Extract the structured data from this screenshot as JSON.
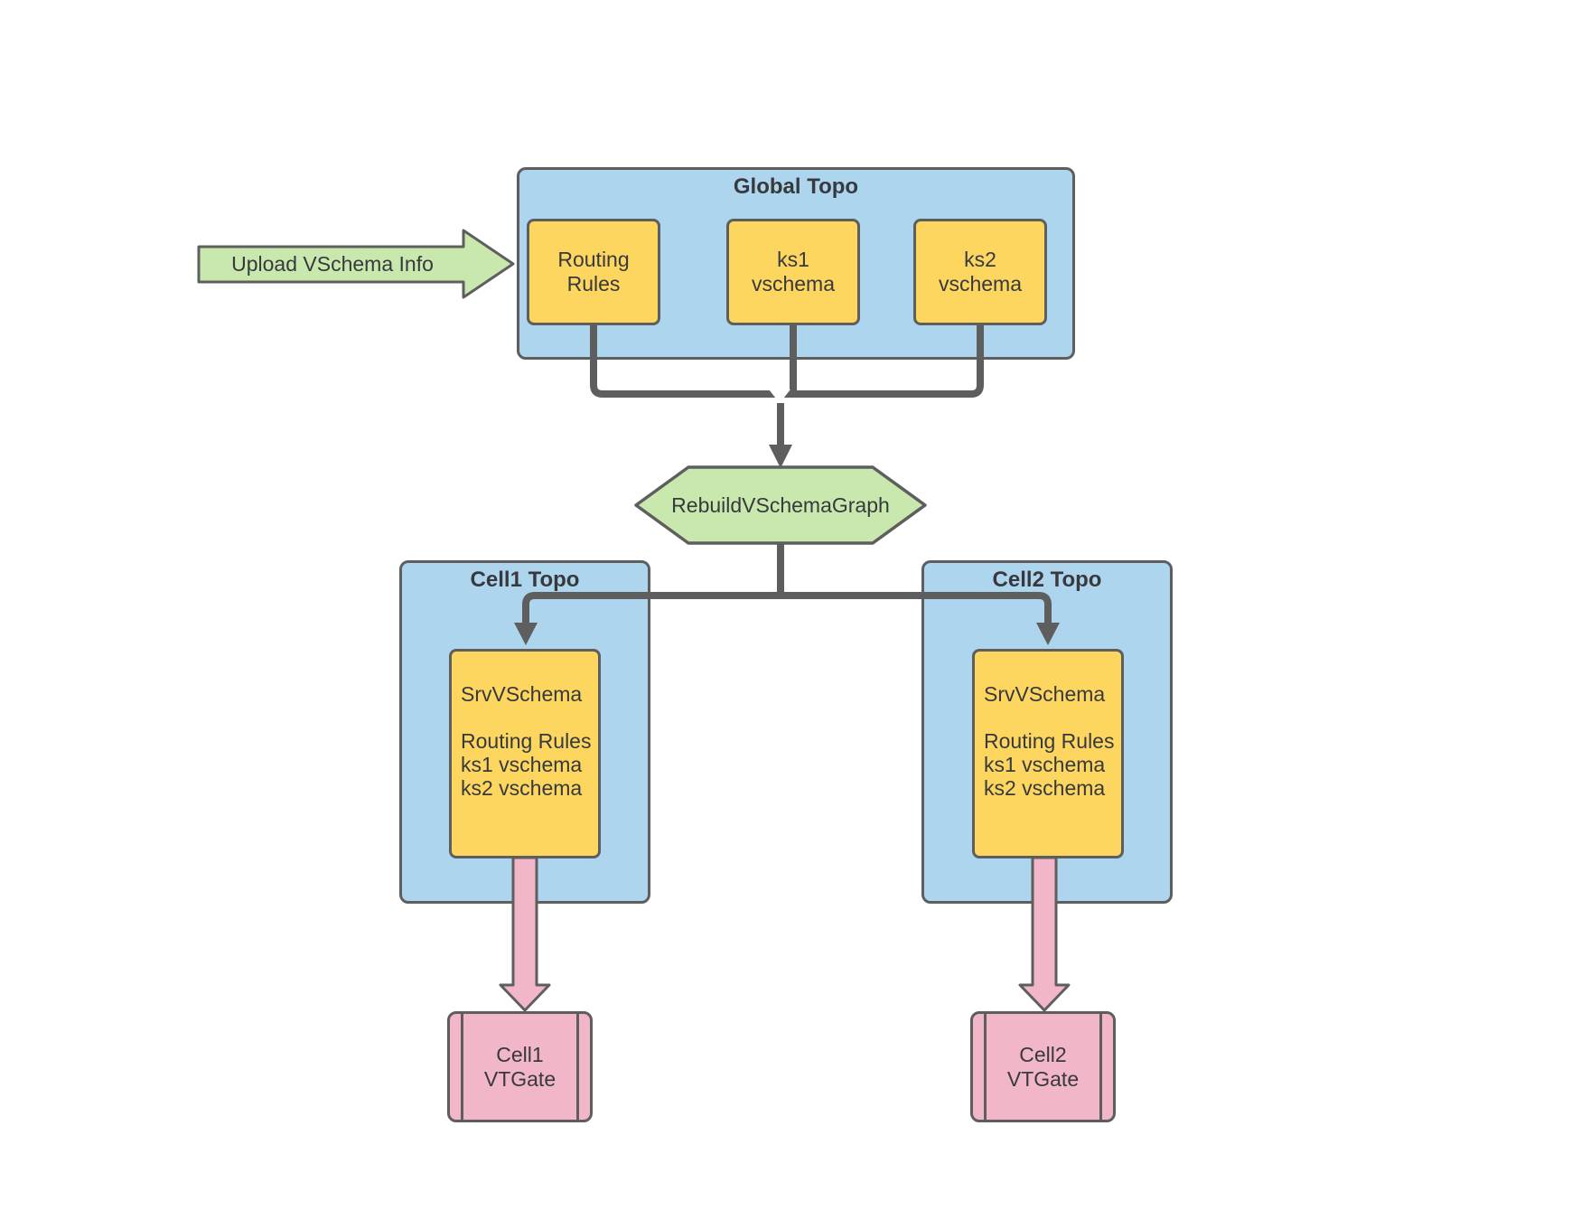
{
  "colors": {
    "container_fill": "#aed5ee",
    "node_fill": "#fcd65f",
    "accent_green": "#c8e8ae",
    "accent_pink": "#f2b6c9",
    "stroke_gray": "#5e5e5e",
    "text": "#38393d"
  },
  "upload_arrow": {
    "label": "Upload VSchema Info"
  },
  "global_topo": {
    "title": "Global Topo",
    "nodes": [
      {
        "line1": "Routing",
        "line2": "Rules"
      },
      {
        "line1": "ks1",
        "line2": "vschema"
      },
      {
        "line1": "ks2",
        "line2": "vschema"
      }
    ]
  },
  "rebuild_step": {
    "label": "RebuildVSchemaGraph"
  },
  "cells": [
    {
      "title": "Cell1 Topo",
      "store_lines": [
        "SrvVSchema",
        "",
        "Routing Rules",
        "ks1 vschema",
        "ks2 vschema"
      ],
      "vtgate": {
        "line1": "Cell1",
        "line2": "VTGate"
      }
    },
    {
      "title": "Cell2 Topo",
      "store_lines": [
        "SrvVSchema",
        "",
        "Routing Rules",
        "ks1 vschema",
        "ks2 vschema"
      ],
      "vtgate": {
        "line1": "Cell2",
        "line2": "VTGate"
      }
    }
  ]
}
